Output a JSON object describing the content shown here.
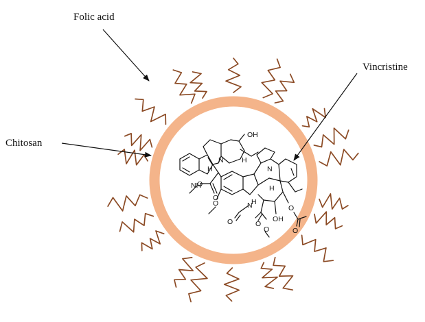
{
  "labels": {
    "folic_acid": "Folic acid",
    "vincristine": "Vincristine",
    "chitosan": "Chitosan"
  },
  "atoms": {
    "oh_top": "OH",
    "n_upper": "N",
    "h_upper": "H",
    "nh_indole": "NH",
    "h_indole": "H",
    "o_ester1": "O",
    "o_ester1b": "O",
    "o_methoxy": "O",
    "n_right": "N",
    "h_right": "H",
    "h_right2": "H",
    "n_formyl": "N",
    "o_formyl": "O",
    "o_ester2": "O",
    "o_ester2b": "O",
    "oh_right": "OH",
    "o_acetyl": "O",
    "o_acetyl2": "O"
  },
  "colors": {
    "chitosan_ring": "#f4b48a",
    "folic_chain": "#8b4a24",
    "arrow": "#111111"
  }
}
